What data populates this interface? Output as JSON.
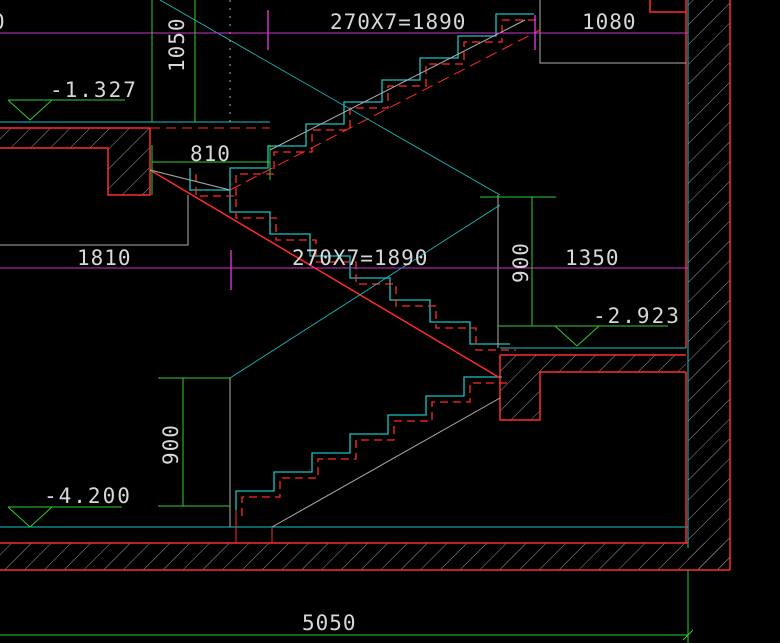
{
  "drawing": {
    "background": "#000000",
    "colors": {
      "wall_outline": "#ff2a2a",
      "stair_edge": "#19c4c4",
      "dimension": "#33cc33",
      "axis_line": "#cc33cc",
      "hatch": "#b0b0b0",
      "text": "#d8d8d8"
    }
  },
  "dimensions": {
    "top_flight": "270X7=1890",
    "top_right": "1080",
    "top_left_partial": "0",
    "vertical_upper": "1050",
    "landing_width": "810",
    "left_span": "1810",
    "middle_flight": "270X7=1890",
    "right_span": "1350",
    "vertical_right": "900",
    "vertical_lower": "900",
    "bottom_total": "5050"
  },
  "levels": {
    "upper_landing": "-1.327",
    "middle_landing": "-2.923",
    "bottom_floor": "-4.200"
  }
}
